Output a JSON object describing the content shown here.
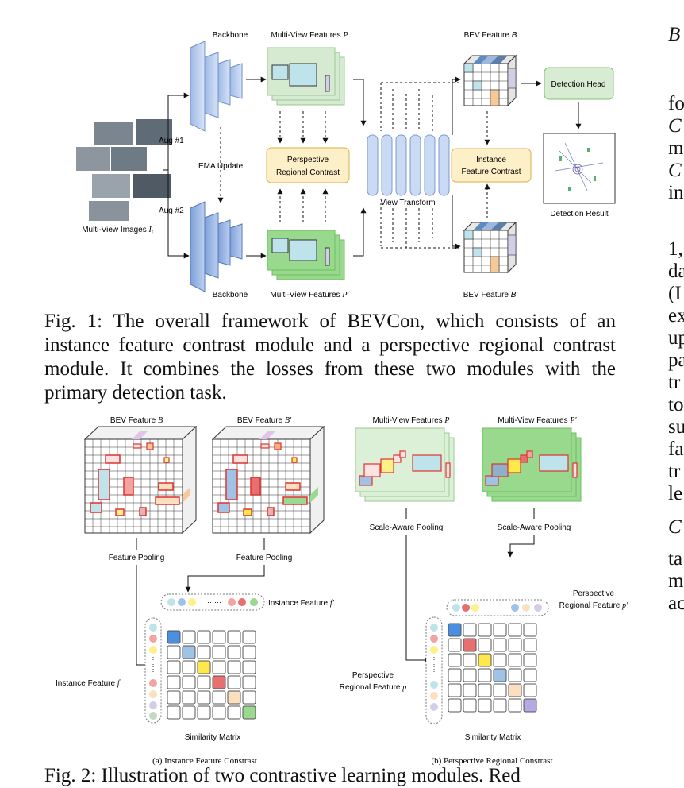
{
  "fig1": {
    "labels": {
      "backbone_top": "Backbone",
      "backbone_bottom": "Backbone",
      "mvf_top": "Multi-View Features",
      "mvf_top_var": "P",
      "mvf_bottom": "Multi-View Features",
      "mvf_bottom_var": "P′",
      "bev_top": "BEV Feature",
      "bev_top_var": "B",
      "bev_bottom": "BEV Feature",
      "bev_bottom_var": "B′",
      "aug1": "Aug #1",
      "aug2": "Aug #2",
      "ema": "EMA Update",
      "prc_line1": "Perspective",
      "prc_line2": "Regional Contrast",
      "ifc_line1": "Instance",
      "ifc_line2": "Feature Contrast",
      "view_transform": "View Transform",
      "det_head": "Detection Head",
      "det_result": "Detection Result",
      "mv_images": "Multi-View Images",
      "mv_images_var": "I",
      "mv_images_sub": "i"
    },
    "caption": "Fig. 1: The overall framework of BEVCon, which consists of an instance feature contrast module and a perspective regional contrast module. It combines the losses from these two modules with the primary detection task."
  },
  "fig2": {
    "labels": {
      "bevB": "BEV Feature",
      "bevB_var": "B",
      "bevB2": "BEV Feature",
      "bevB2_var": "B′",
      "mvP": "Multi-View Features",
      "mvP_var": "P",
      "mvP2": "Multi-View Features",
      "mvP2_var": "P′",
      "pool1": "Feature Pooling",
      "pool2": "Feature Pooling",
      "sap1": "Scale-Aware Pooling",
      "sap2": "Scale-Aware Pooling",
      "inst_f2": "Instance Feature",
      "inst_f2_var": "f′",
      "inst_f": "Instance Feature",
      "inst_f_var": "f",
      "prf2_line1": "Perspective",
      "prf2_line2": "Regional Feature",
      "prf2_var": "p′",
      "prf_line1": "Perspective",
      "prf_line2": "Regional Feature",
      "prf_var": "p",
      "sim1": "Similarity Matrix",
      "sim2": "Similarity Matrix",
      "sub_a": "(a) Instance Feature Constrast",
      "sub_b": "(b) Perspective Regional Constrast",
      "dots": "······"
    }
  },
  "right_column": [
    "B",
    "fo",
    "C",
    "m",
    "C",
    "in",
    "1,",
    "da",
    "(I",
    "ex",
    "up",
    "pa",
    "tr",
    "to",
    "su",
    "fa",
    "tr",
    "le",
    "C",
    "ta",
    "m",
    "ac"
  ],
  "bottom_line": "Fig. 2: Illustration of two contrastive learning modules. Red",
  "colors": {
    "backbone": "#c7d7f2",
    "feat_green": "#d5ead0",
    "feat_green_dark": "#98d98e",
    "contrast_box": "#fdefc7",
    "det_head": "#d8ecd3",
    "bev_cyan": "#bfe3ea",
    "bev_orange": "#f7c89a",
    "bev_purple": "#d4cde6"
  }
}
